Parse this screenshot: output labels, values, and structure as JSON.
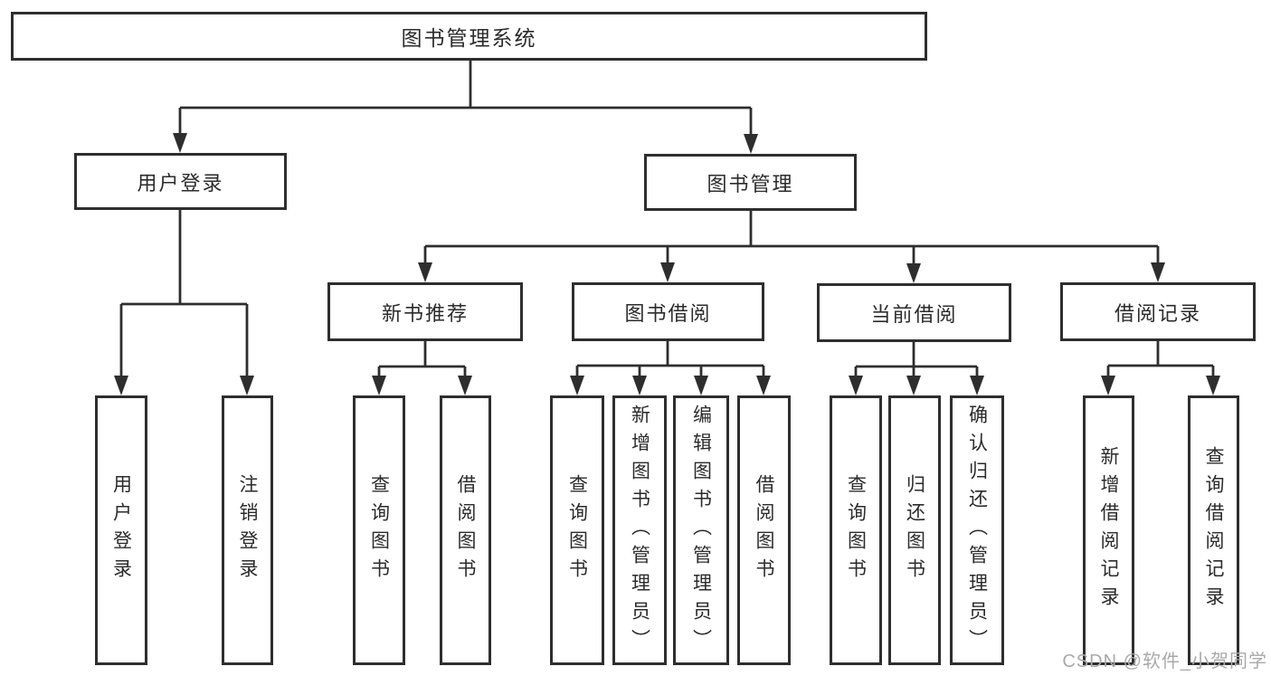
{
  "diagram": {
    "nodes": {
      "root": "图书管理系统",
      "user_login": "用户登录",
      "book_mgmt": "图书管理",
      "new_book_rec": "新书推荐",
      "book_borrow": "图书借阅",
      "current_borrow": "当前借阅",
      "borrow_record": "借阅记录",
      "user_login_leaf": "用户登录",
      "logout_leaf": "注销登录",
      "rec_query_books": "查询图书",
      "rec_borrow_books": "借阅图书",
      "bb_query_books": "查询图书",
      "bb_add_books": "新增图书（管理员）",
      "bb_edit_books": "编辑图书（管理员）",
      "bb_borrow_books": "借阅图书",
      "cb_query_books": "查询图书",
      "cb_return_books": "归还图书",
      "cb_confirm_return": "确认归还（管理员）",
      "br_add_record": "新增借阅记录",
      "br_query_record": "查询借阅记录"
    }
  },
  "watermark": "CSDN @软件_小贺同学",
  "colors": {
    "line": "#2e2e2e",
    "box_border": "#2e2e2e",
    "box_fill": "#ffffff",
    "text": "#2b2b2b",
    "watermark": "#a9a9a9",
    "background": "#ffffff"
  }
}
